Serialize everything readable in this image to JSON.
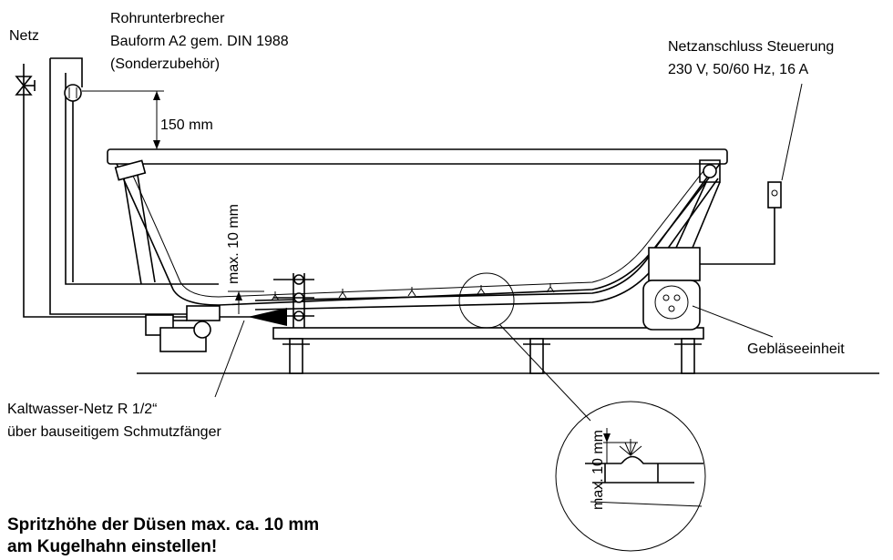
{
  "labels": {
    "netz": "Netz",
    "rohr1": "Rohrunterbrecher",
    "rohr2": "Bauform A2 gem. DIN 1988",
    "rohr3": "(Sonderzubehör)",
    "netzan1": "Netzanschluss Steuerung",
    "netzan2": "230 V, 50/60 Hz, 16 A",
    "dim150": "150 mm",
    "max10": "max. 10 mm",
    "max10detail": "max. 10 mm",
    "geblaese": "Gebläseeinheit",
    "kalt1": "Kaltwasser-Netz R 1/2“",
    "kalt2": "über bauseitigem Schmutzfänger",
    "note1": "Spritzhöhe der Düsen max. ca. 10 mm",
    "note2": "am Kugelhahn einstellen!"
  },
  "icons": {
    "valve": "ball-valve-icon",
    "breaker": "pipe-breaker-icon",
    "blower": "blower-unit-icon",
    "nozzle": "nozzle-icon",
    "socket": "power-socket-icon"
  },
  "colors": {
    "line": "#000000",
    "background": "#ffffff"
  }
}
